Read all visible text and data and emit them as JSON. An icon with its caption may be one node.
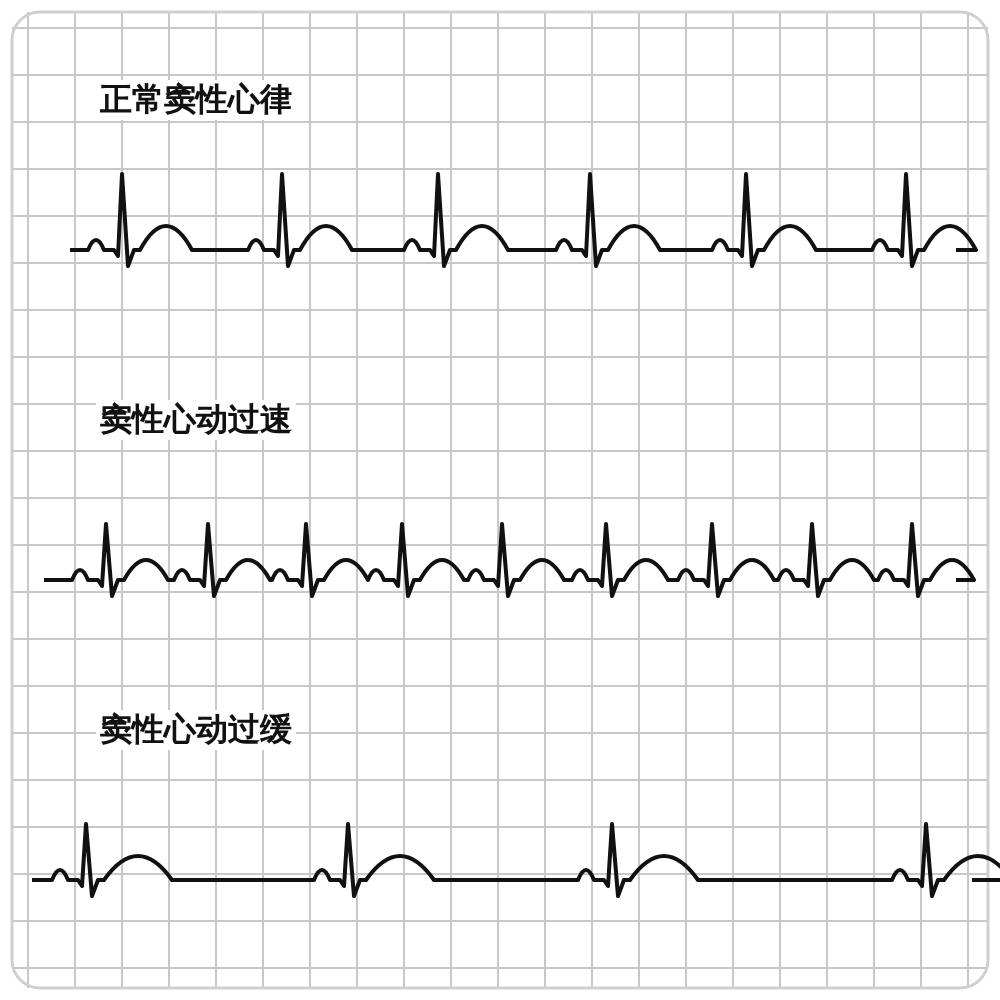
{
  "diagram": {
    "labels": [
      "正常窦性心律",
      "窦性心动过速",
      "窦性心动过缓"
    ]
  }
}
